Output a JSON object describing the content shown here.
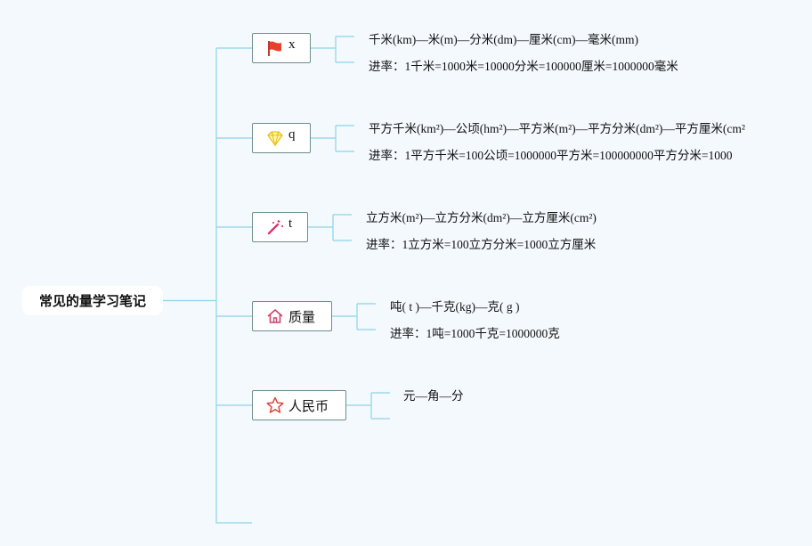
{
  "root": {
    "label": "常见的量学习笔记"
  },
  "branches": [
    {
      "icon": "red-flag-icon",
      "label": "x",
      "items": [
        "千米(km)—米(m)—分米(dm)—厘米(cm)—毫米(mm)",
        "进率：1千米=1000米=10000分米=100000厘米=1000000毫米"
      ]
    },
    {
      "icon": "diamond-icon",
      "label": "q",
      "items": [
        "平方千米(km²)—公顷(hm²)—平方米(m²)—平方分米(dm²)—平方厘米(cm²",
        "进率：1平方千米=100公顷=1000000平方米=100000000平方分米=1000"
      ]
    },
    {
      "icon": "magic-wand-icon",
      "label": "t",
      "items": [
        "立方米(m²)—立方分米(dm²)—立方厘米(cm²)",
        "进率：1立方米=100立方分米=1000立方厘米"
      ]
    },
    {
      "icon": "house-icon",
      "label": "质量",
      "items": [
        "吨( t )—千克(kg)—克( g )",
        "进率：1吨=1000千克=1000000克"
      ]
    },
    {
      "icon": "star-icon",
      "label": "人民币",
      "items": [
        "元—角—分"
      ]
    }
  ]
}
